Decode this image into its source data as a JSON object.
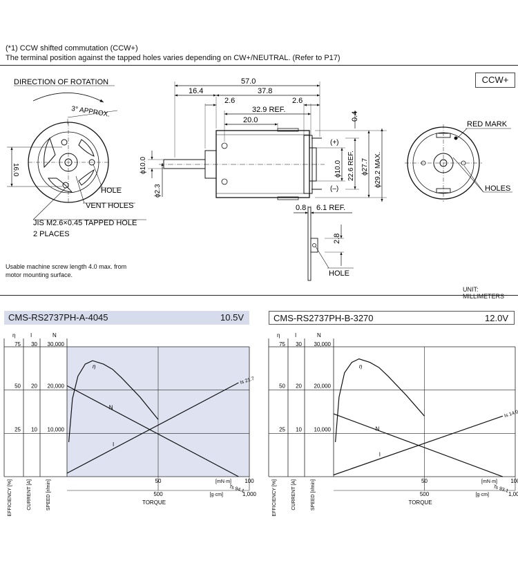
{
  "header": {
    "note_line1": "(*1) CCW shifted commutation (CCW+)",
    "note_line2": "The terminal position against the tapped holes varies depending on CW+/NEUTRAL. (Refer to P17)"
  },
  "drawing": {
    "badge": "CCW+",
    "direction_label": "DIRECTION OF ROTATION",
    "approx_label": "3° APPROX.",
    "dim_16_0": "16.0",
    "hole_label": "HOLE",
    "vent_holes_label": "VENT HOLES",
    "tapped_hole_line1": "JIS M2.6×0.45 TAPPED HOLE",
    "tapped_hole_line2": "2 PLACES",
    "screw_note_line1": "Usable machine screw length 4.0 max. from",
    "screw_note_line2": "motor mounting surface.",
    "dim_57_0": "57.0",
    "dim_16_4": "16.4",
    "dim_37_8": "37.8",
    "dim_2_6_a": "2.6",
    "dim_2_6_b": "2.6",
    "dim_32_9": "32.9 REF.",
    "dim_20_0": "20.0",
    "dim_0_4": "0.4",
    "dim_phi10_left": "ϕ10.0",
    "dim_phi2_3": "ϕ2.3",
    "dim_phi10_right": "ϕ10.0",
    "dim_22_6": "22.6 REF.",
    "dim_phi27_7": "ϕ27.7",
    "dim_phi29_2": "ϕ29.2 MAX.",
    "plus": "(+)",
    "minus": "(–)",
    "dim_0_8": "0.8",
    "dim_6_1": "6.1 REF.",
    "dim_2_8": "2.8",
    "hole_label_bottom": "HOLE",
    "red_mark": "RED MARK",
    "holes_label": "HOLES",
    "unit": "UNIT: MILLIMETERS"
  },
  "charts": [
    {
      "model": "CMS-RS2737PH-A-4045",
      "voltage": "10.5V",
      "shaded": true,
      "is_label": "Is 21.7",
      "ts_label": "Ts 94.1"
    },
    {
      "model": "CMS-RS2737PH-B-3270",
      "voltage": "12.0V",
      "shaded": false,
      "is_label": "Is 14.0",
      "ts_label": "Ts 93.1"
    }
  ],
  "chart_axes": {
    "eta_head": "η",
    "i_head": "I",
    "n_head": "N",
    "eta_ticks": [
      "75",
      "50",
      "25"
    ],
    "i_ticks": [
      "30",
      "20",
      "10"
    ],
    "n_ticks": [
      "30,000",
      "20,000",
      "10,000"
    ],
    "torque_mn_ticks": [
      "50",
      "100"
    ],
    "torque_mn_unit": "[mN·m]",
    "torque_g_ticks": [
      "500",
      "1,000"
    ],
    "torque_g_unit": "[g·cm]",
    "torque_label": "TORQUE",
    "efficiency_label": "EFFICIENCY [%]",
    "current_label": "CURRENT [A]",
    "speed_label": "SPEED [r/min]",
    "curve_eta": "η",
    "curve_n": "N",
    "curve_i": "I"
  },
  "chart_data": [
    {
      "type": "line",
      "title": "CMS-RS2737PH-A-4045",
      "xlabel": "TORQUE",
      "x_unit": "mN·m",
      "xlim": [
        0,
        100
      ],
      "series": [
        {
          "name": "N",
          "unit": "r/min",
          "x": [
            0,
            94.1
          ],
          "y": [
            21000,
            0
          ]
        },
        {
          "name": "I",
          "unit": "A",
          "x": [
            0,
            94.1
          ],
          "y": [
            0.8,
            21.7
          ]
        },
        {
          "name": "η",
          "unit": "%",
          "x": [
            1,
            3,
            6,
            10,
            14,
            20,
            25,
            30,
            40,
            50
          ],
          "y": [
            20,
            45,
            58,
            65,
            67,
            65,
            62,
            57,
            46,
            33
          ]
        }
      ],
      "ylim_efficiency": [
        0,
        75
      ],
      "ylim_current": [
        0,
        30
      ],
      "ylim_speed": [
        0,
        30000
      ]
    },
    {
      "type": "line",
      "title": "CMS-RS2737PH-B-3270",
      "xlabel": "TORQUE",
      "x_unit": "mN·m",
      "xlim": [
        0,
        100
      ],
      "series": [
        {
          "name": "N",
          "unit": "r/min",
          "x": [
            0,
            93.1
          ],
          "y": [
            14500,
            0
          ]
        },
        {
          "name": "I",
          "unit": "A",
          "x": [
            0,
            93.1
          ],
          "y": [
            0.4,
            14.0
          ]
        },
        {
          "name": "η",
          "unit": "%",
          "x": [
            1,
            3,
            6,
            10,
            14,
            20,
            25,
            30,
            40,
            50
          ],
          "y": [
            20,
            46,
            60,
            66,
            68,
            66,
            63,
            58,
            47,
            35
          ]
        }
      ],
      "ylim_efficiency": [
        0,
        75
      ],
      "ylim_current": [
        0,
        30
      ],
      "ylim_speed": [
        0,
        30000
      ]
    }
  ]
}
